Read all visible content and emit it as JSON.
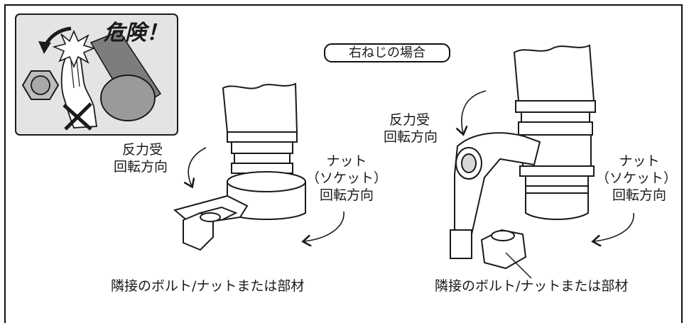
{
  "title": "右ねじの場合",
  "warning": {
    "text": "危険！"
  },
  "left": {
    "reaction_label": [
      "反力受",
      "回転方向"
    ],
    "nut_label": [
      "ナット",
      "（ソケット）",
      "回転方向"
    ],
    "adjacent_label": "隣接のボルト/ナットまたは部材"
  },
  "right": {
    "reaction_label": [
      "反力受",
      "回転方向"
    ],
    "nut_label": [
      "ナット",
      "（ソケット）",
      "回転方向"
    ],
    "adjacent_label": "隣接のボルト/ナットまたは部材"
  },
  "colors": {
    "line": "#1a1a1a",
    "panel_bg": "#e4e4e4",
    "metal": "#9a9a9a"
  }
}
